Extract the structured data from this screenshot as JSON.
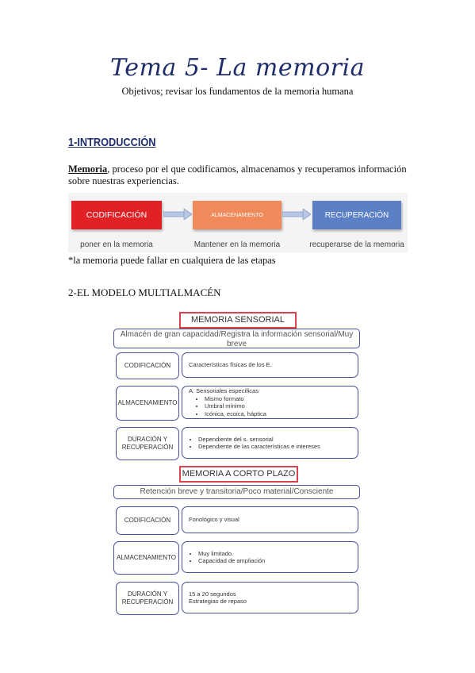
{
  "document": {
    "title": "Tema 5- La memoria",
    "subtitle": "Objetivos; revisar los fundamentos de la memoria humana",
    "section1": {
      "heading": "1-INTRODUCCIÓN",
      "term": "Memoria",
      "definition": ", proceso por el que codificamos, almacenamos y recuperamos información sobre nuestras experiencias.",
      "process": [
        {
          "label": "CODIFICACIÓN",
          "caption": "poner en la memoria",
          "color": "#e02126"
        },
        {
          "label": "ALMACENAMIENTO",
          "caption": "Mantener en la memoria",
          "color": "#f08a5a"
        },
        {
          "label": "RECUPERACIÓN",
          "caption": "recuperarse de la memoria",
          "color": "#5b80c6"
        }
      ],
      "note": "*la memoria puede fallar en cualquiera de las etapas"
    },
    "section2": {
      "heading": "2-EL MODELO MULTIALMACÉN",
      "sensorial": {
        "title": "MEMORIA SENSORIAL",
        "summary": "Almacén de gran capacidad/Registra la información sensorial/Muy breve",
        "rows": [
          {
            "label": "CODIFICACIÓN",
            "text": "Características físicas de los E."
          },
          {
            "label": "ALMACENAMIENTO",
            "text": "A. Sensoriales específicas",
            "bullets": [
              "Mismo formato",
              "Umbral mínimo",
              "Icónica, ecoica, háptica"
            ]
          },
          {
            "label": "DURACIÓN Y RECUPERACIÓN",
            "bullets": [
              "Dependiente del s. sensorial",
              "Dependiente de las características e intereses"
            ]
          }
        ]
      },
      "corto": {
        "title": "MEMORIA A CORTO PLAZO",
        "summary": "Retención breve y transitoria/Poco material/Consciente",
        "rows": [
          {
            "label": "CODIFICACIÓN",
            "text": "Fonológico y visual"
          },
          {
            "label": "ALMACENAMIENTO",
            "bullets": [
              "Muy limitado.",
              "Capacidad de ampliación"
            ]
          },
          {
            "label": "DURACIÓN Y RECUPERACIÓN",
            "text": "15 a 20 segundos",
            "text2": "Estrategias de repaso"
          }
        ]
      }
    }
  }
}
